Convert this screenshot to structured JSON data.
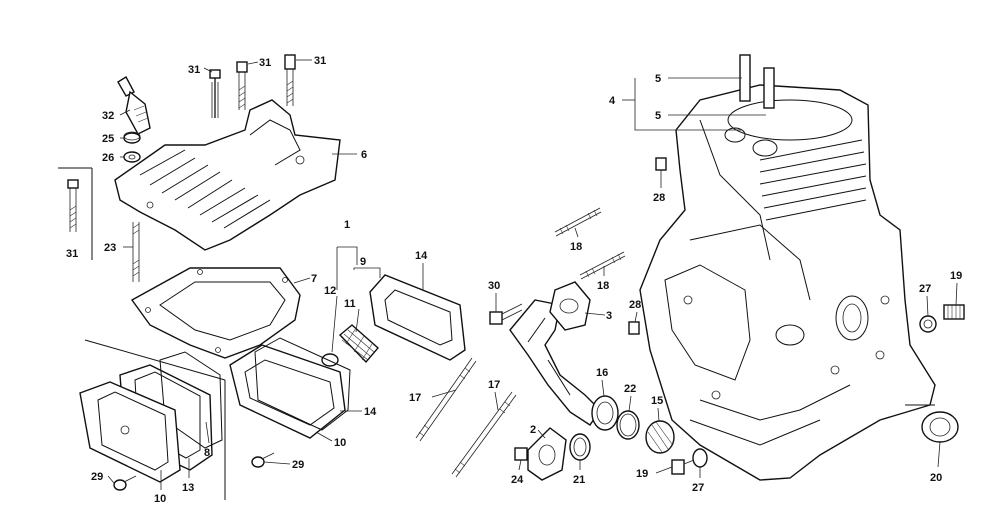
{
  "diagram": {
    "parts": {
      "cylinder_block": "4",
      "sleeve_dowel": "5",
      "head_cover": "6",
      "gasket": "7",
      "intake_gasket": "8",
      "breather_set": "9",
      "cover_gasket": "10",
      "breather_filter": "11",
      "reed_valve": "12",
      "breather_cover": "13",
      "breather_plate": "14",
      "intake_pipe": "3",
      "pipe_gasket_small": "2",
      "pipe_seal": "16",
      "stud_long": "17",
      "stud_short": "18",
      "drain_bolt": "19",
      "oil_seal": "20",
      "packing": "21",
      "o_ring": "22",
      "stud_head": "23",
      "bolt_flange": "24",
      "washer": "25",
      "sealing_washer": "26",
      "washer_drain": "27",
      "dowel_pin": "28",
      "screw": "29",
      "bolt_pipe": "30",
      "bolt_head": "31",
      "spark_plug": "32",
      "cap_plug": "15",
      "seal_label_1": "1"
    },
    "callouts": [
      {
        "id": "l31a",
        "text": "31"
      },
      {
        "id": "l31b",
        "text": "31"
      },
      {
        "id": "l31c",
        "text": "31"
      },
      {
        "id": "l32",
        "text": "32"
      },
      {
        "id": "l25",
        "text": "25"
      },
      {
        "id": "l26",
        "text": "26"
      },
      {
        "id": "l6",
        "text": "6"
      },
      {
        "id": "l31d",
        "text": "31"
      },
      {
        "id": "l23",
        "text": "23"
      },
      {
        "id": "l7",
        "text": "7"
      },
      {
        "id": "l1",
        "text": "1"
      },
      {
        "id": "l9",
        "text": "9"
      },
      {
        "id": "l14a",
        "text": "14"
      },
      {
        "id": "l12",
        "text": "12"
      },
      {
        "id": "l11",
        "text": "11"
      },
      {
        "id": "l14b",
        "text": "14"
      },
      {
        "id": "l10a",
        "text": "10"
      },
      {
        "id": "l8",
        "text": "8"
      },
      {
        "id": "l29a",
        "text": "29"
      },
      {
        "id": "l29b",
        "text": "29"
      },
      {
        "id": "l10b",
        "text": "10"
      },
      {
        "id": "l13",
        "text": "13"
      },
      {
        "id": "l5a",
        "text": "5"
      },
      {
        "id": "l4",
        "text": "4"
      },
      {
        "id": "l5b",
        "text": "5"
      },
      {
        "id": "l28a",
        "text": "28"
      },
      {
        "id": "l18a",
        "text": "18"
      },
      {
        "id": "l18b",
        "text": "18"
      },
      {
        "id": "l30",
        "text": "30"
      },
      {
        "id": "l3",
        "text": "3"
      },
      {
        "id": "l28b",
        "text": "28"
      },
      {
        "id": "l17a",
        "text": "17"
      },
      {
        "id": "l17b",
        "text": "17"
      },
      {
        "id": "l16",
        "text": "16"
      },
      {
        "id": "l22",
        "text": "22"
      },
      {
        "id": "l15",
        "text": "15"
      },
      {
        "id": "l2",
        "text": "2"
      },
      {
        "id": "l24",
        "text": "24"
      },
      {
        "id": "l21",
        "text": "21"
      },
      {
        "id": "l19a",
        "text": "19"
      },
      {
        "id": "l27a",
        "text": "27"
      },
      {
        "id": "l27b",
        "text": "27"
      },
      {
        "id": "l19b",
        "text": "19"
      },
      {
        "id": "l20",
        "text": "20"
      }
    ]
  }
}
